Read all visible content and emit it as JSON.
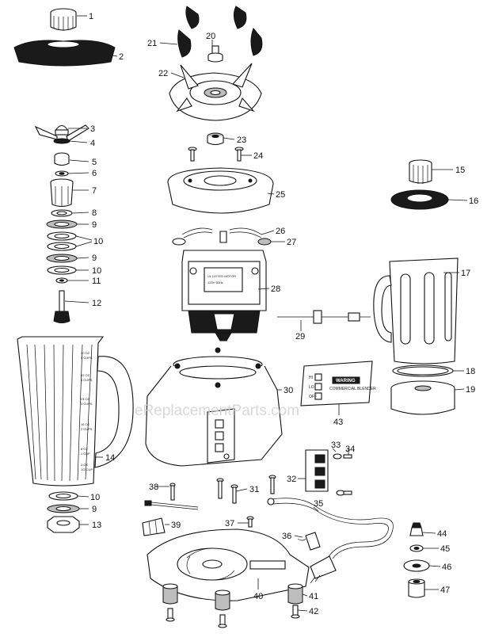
{
  "labels": {
    "p1": "1",
    "p2": "2",
    "p3": "3",
    "p4": "4",
    "p5": "5",
    "p6": "6",
    "p7": "7",
    "p8": "8",
    "p9": "9",
    "p10": "10",
    "p9b": "9",
    "p10b": "10",
    "p11": "11",
    "p12": "12",
    "p13": "13",
    "p14": "14",
    "p15": "15",
    "p16": "16",
    "p17": "17",
    "p18": "18",
    "p19": "19",
    "p20": "20",
    "p21": "21",
    "p22": "22",
    "p23": "23",
    "p24": "24",
    "p25": "25",
    "p26": "26",
    "p27": "27",
    "p28": "28",
    "p29": "29",
    "p30": "30",
    "p31": "31",
    "p32": "32",
    "p33": "33",
    "p34": "34",
    "p35": "35",
    "p36": "36",
    "p37": "37",
    "p38": "38",
    "p39": "39",
    "p40": "40",
    "p41": "41",
    "p42": "42",
    "p43": "43",
    "p44": "44",
    "p45": "45",
    "p46": "46",
    "p47": "47",
    "p10c": "10",
    "p9c": "9"
  },
  "container_markings": [
    "40 OZ",
    "5 CUPS",
    "32 OZ",
    "4 CUPS",
    "24 OZ",
    "3 CUPS",
    "16 OZ",
    "2 CUPS",
    "8 OZ",
    "1 CUP",
    "4 OZ",
    "1/2 CUP"
  ],
  "panel": {
    "brand": "WARING",
    "model": "COMMERCIAL BLENDER",
    "buttons": [
      "HI",
      "LO",
      "OFF"
    ]
  },
  "watermark": "eReplacementParts.com"
}
